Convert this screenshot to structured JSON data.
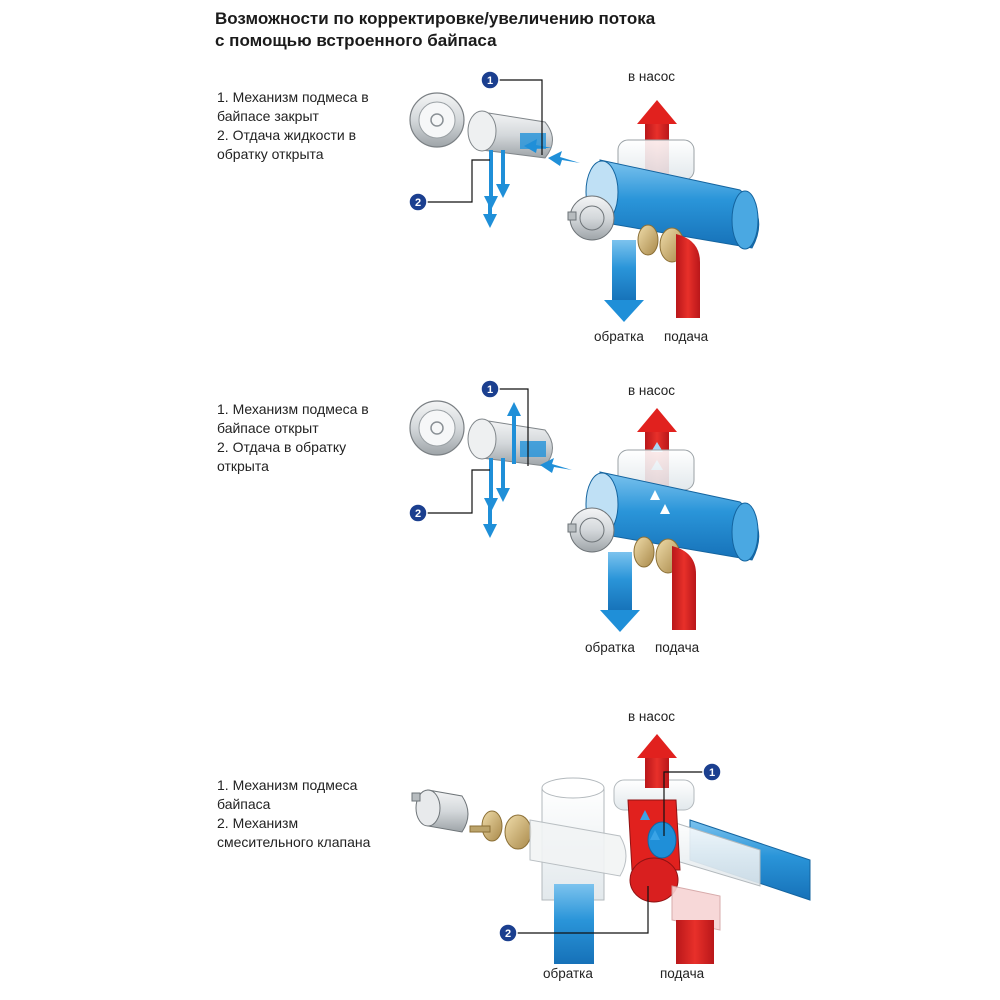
{
  "title": {
    "line1": "Возможности по корректировке/увеличению потока",
    "line2": "с помощью встроенного байпаса"
  },
  "panels": [
    {
      "description": [
        "1. Механизм подмеса в",
        "байпасе закрыт",
        "2. Отдача жидкости в",
        "обратку открыта"
      ],
      "label_pump": "в насос",
      "label_return": "обратка",
      "label_supply": "подача",
      "callouts": [
        "1",
        "2"
      ]
    },
    {
      "description": [
        "1. Механизм подмеса в",
        "байпасе открыт",
        "2. Отдача в обратку",
        "открыта"
      ],
      "label_pump": "в насос",
      "label_return": "обратка",
      "label_supply": "подача",
      "callouts": [
        "1",
        "2"
      ]
    },
    {
      "description": [
        "1. Механизм подмеса",
        "байпаса",
        "2. Механизм",
        "смесительного клапана"
      ],
      "label_pump": "в насос",
      "label_return": "обратка",
      "label_supply": "подача",
      "callouts": [
        "1",
        "2"
      ]
    }
  ],
  "colors": {
    "hot": "#e1211e",
    "cold": "#1f8fd8",
    "callout": "#1b3f8f",
    "metal": "#d9dde0",
    "brass": "#c8ac6a"
  }
}
